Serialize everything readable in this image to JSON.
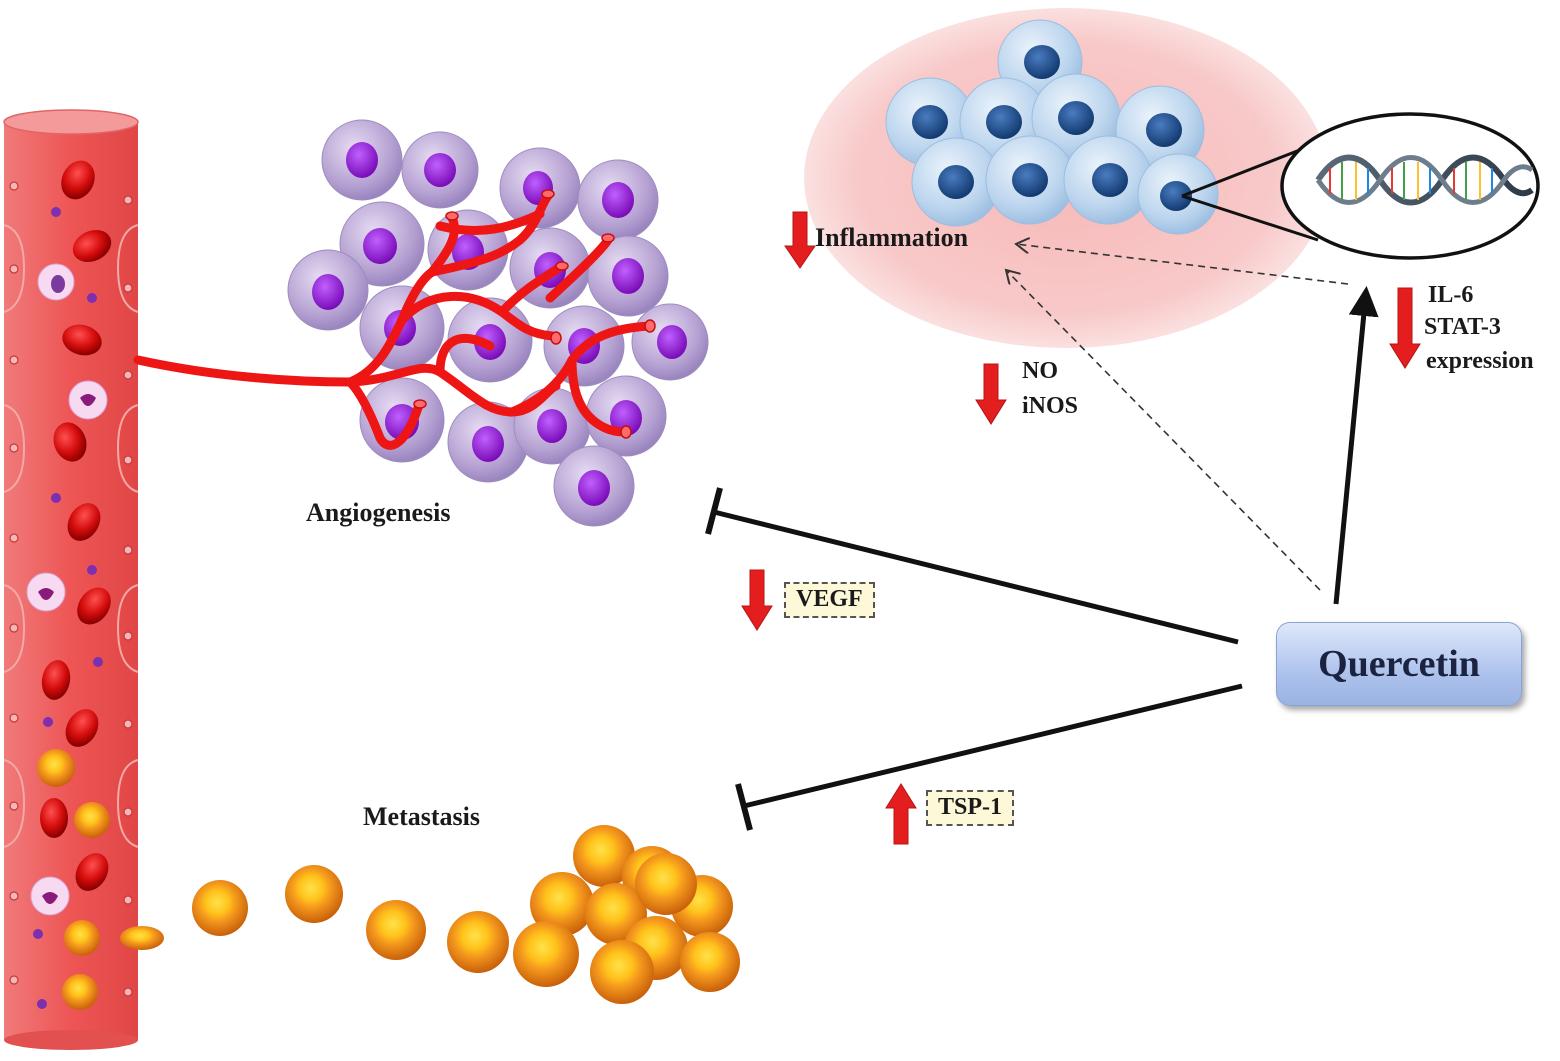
{
  "labels": {
    "angiogenesis": "Angiogenesis",
    "metastasis": "Metastasis",
    "inflammation": "Inflammation",
    "no": "NO",
    "inos": "iNOS",
    "il6": "IL-6",
    "stat3": "STAT-3",
    "expression": "expression",
    "vegf": "VEGF",
    "tsp1": "TSP-1",
    "quercetin": "Quercetin"
  },
  "colors": {
    "vessel": "#ef5a5a",
    "red_arrow": "#e41e1e",
    "inflammation_halo": "#f6c4c4",
    "tumor_cell": "#b49fd0",
    "tumor_nucleus": "#8a16c8",
    "inflamed_cell": "#bcd6ee",
    "inflamed_nucleus": "#1f4e86",
    "metastatic_cell": "#f08a18",
    "metastatic_core": "#ffd21a",
    "quercetin_box": "#aec3ec"
  },
  "effects": {
    "inflammation": "down",
    "no_inos": "down",
    "il6_stat3": "down",
    "vegf": "down",
    "tsp1": "up"
  }
}
